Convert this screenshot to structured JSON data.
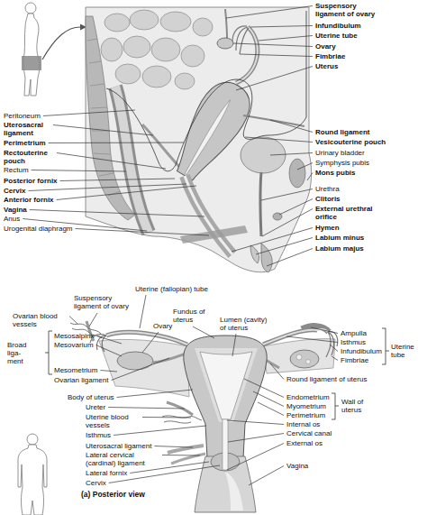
{
  "diagram": {
    "caption": "(a) Posterior view",
    "labels": [
      "Suspensory ligament of ovary",
      "Infundibulum",
      "Uterine tube",
      "Ovary",
      "Fimbriae",
      "Uterus",
      "Round ligament",
      "Vesicouterine pouch",
      "Urinary bladder",
      "Symphysis pubis",
      "Mons pubis",
      "Urethra",
      "Clitoris",
      "External urethral orifice",
      "Hymen",
      "Labium minus",
      "Labium majus",
      "Peritoneum",
      "Uterosacral ligament",
      "Perimetrium",
      "Rectouterine pouch",
      "Rectum",
      "Posterior fornix",
      "Cervix",
      "Anterior fornix",
      "Vagina",
      "Anus",
      "Urogenital diaphragm",
      "Uterine (fallopian) tube",
      "Suspensory ligament of ovary",
      "Ovarian blood vessels",
      "Fundus of uterus",
      "Lumen (cavity) of uterus",
      "Ovary",
      "Mesosalpinx",
      "Mesovarium",
      "Broad liga- ment",
      "Mesometrium",
      "Ovarian ligament",
      "Body of uterus",
      "Ureter",
      "Uterine blood vessels",
      "Isthmus",
      "Uterosacral ligament",
      "Lateral cervical (cardinal) ligament",
      "Lateral fornix",
      "Cervix",
      "Ampulla",
      "Isthmus",
      "Infundibulum",
      "Fimbriae",
      "Uterine tube",
      "Round ligament of uterus",
      "Endometrium",
      "Myometrium",
      "Perimetrium",
      "Wall of uterus",
      "Internal os",
      "Cervical canal",
      "External os",
      "Vagina"
    ]
  }
}
